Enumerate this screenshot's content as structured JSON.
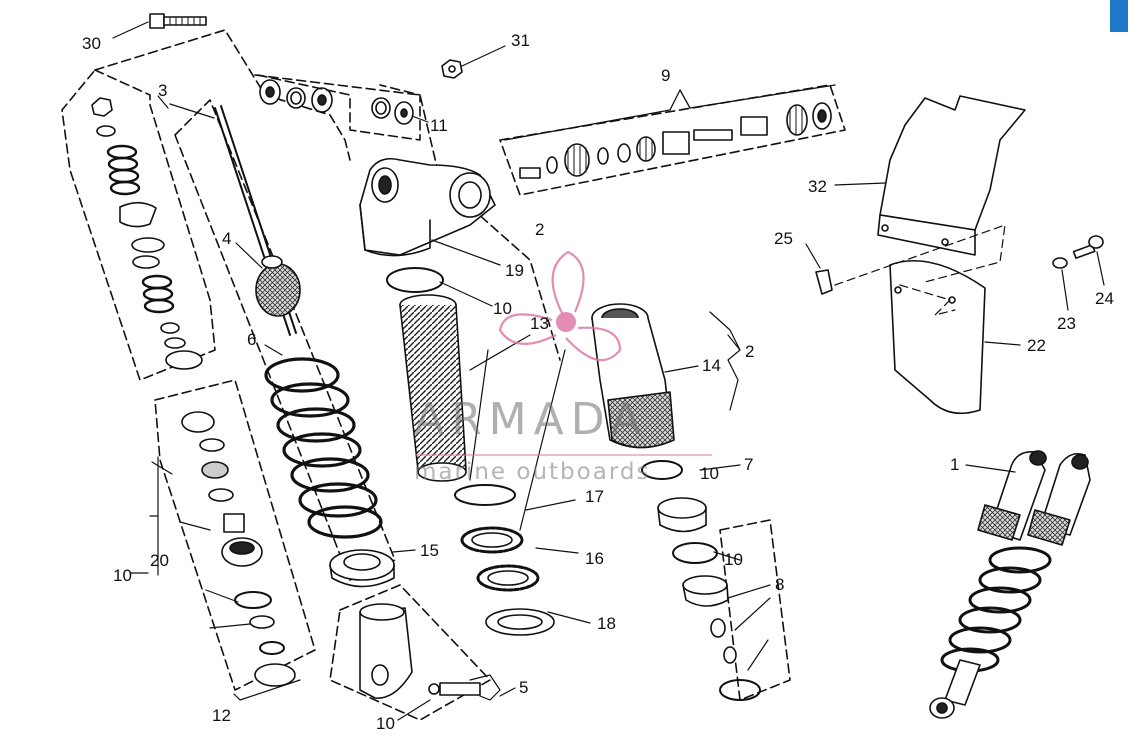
{
  "watermark": {
    "brand": "ARMADA",
    "tagline": "marine outboards",
    "logo_color": "#e07aa8"
  },
  "accent_tab_color": "#1f78c8",
  "callouts": [
    {
      "id": "c30",
      "text": "30"
    },
    {
      "id": "c31",
      "text": "31"
    },
    {
      "id": "c3",
      "text": "3"
    },
    {
      "id": "c9",
      "text": "9"
    },
    {
      "id": "c11",
      "text": "11"
    },
    {
      "id": "c32",
      "text": "32"
    },
    {
      "id": "c4",
      "text": "4"
    },
    {
      "id": "c2a",
      "text": "2"
    },
    {
      "id": "c25",
      "text": "25"
    },
    {
      "id": "c19",
      "text": "19"
    },
    {
      "id": "c10a",
      "text": "10"
    },
    {
      "id": "c13",
      "text": "13"
    },
    {
      "id": "c6",
      "text": "6"
    },
    {
      "id": "c14",
      "text": "14"
    },
    {
      "id": "c2b",
      "text": "2"
    },
    {
      "id": "c24",
      "text": "24"
    },
    {
      "id": "c23",
      "text": "23"
    },
    {
      "id": "c22",
      "text": "22"
    },
    {
      "id": "c1",
      "text": "1"
    },
    {
      "id": "c10b",
      "text": "10"
    },
    {
      "id": "c7",
      "text": "7"
    },
    {
      "id": "c17",
      "text": "17"
    },
    {
      "id": "c15",
      "text": "15"
    },
    {
      "id": "c16",
      "text": "16"
    },
    {
      "id": "c10c",
      "text": "10"
    },
    {
      "id": "c20",
      "text": "20"
    },
    {
      "id": "c10d",
      "text": "10"
    },
    {
      "id": "c8",
      "text": "8"
    },
    {
      "id": "c18",
      "text": "18"
    },
    {
      "id": "c5",
      "text": "5"
    },
    {
      "id": "c12",
      "text": "12"
    },
    {
      "id": "c10e",
      "text": "10"
    }
  ]
}
